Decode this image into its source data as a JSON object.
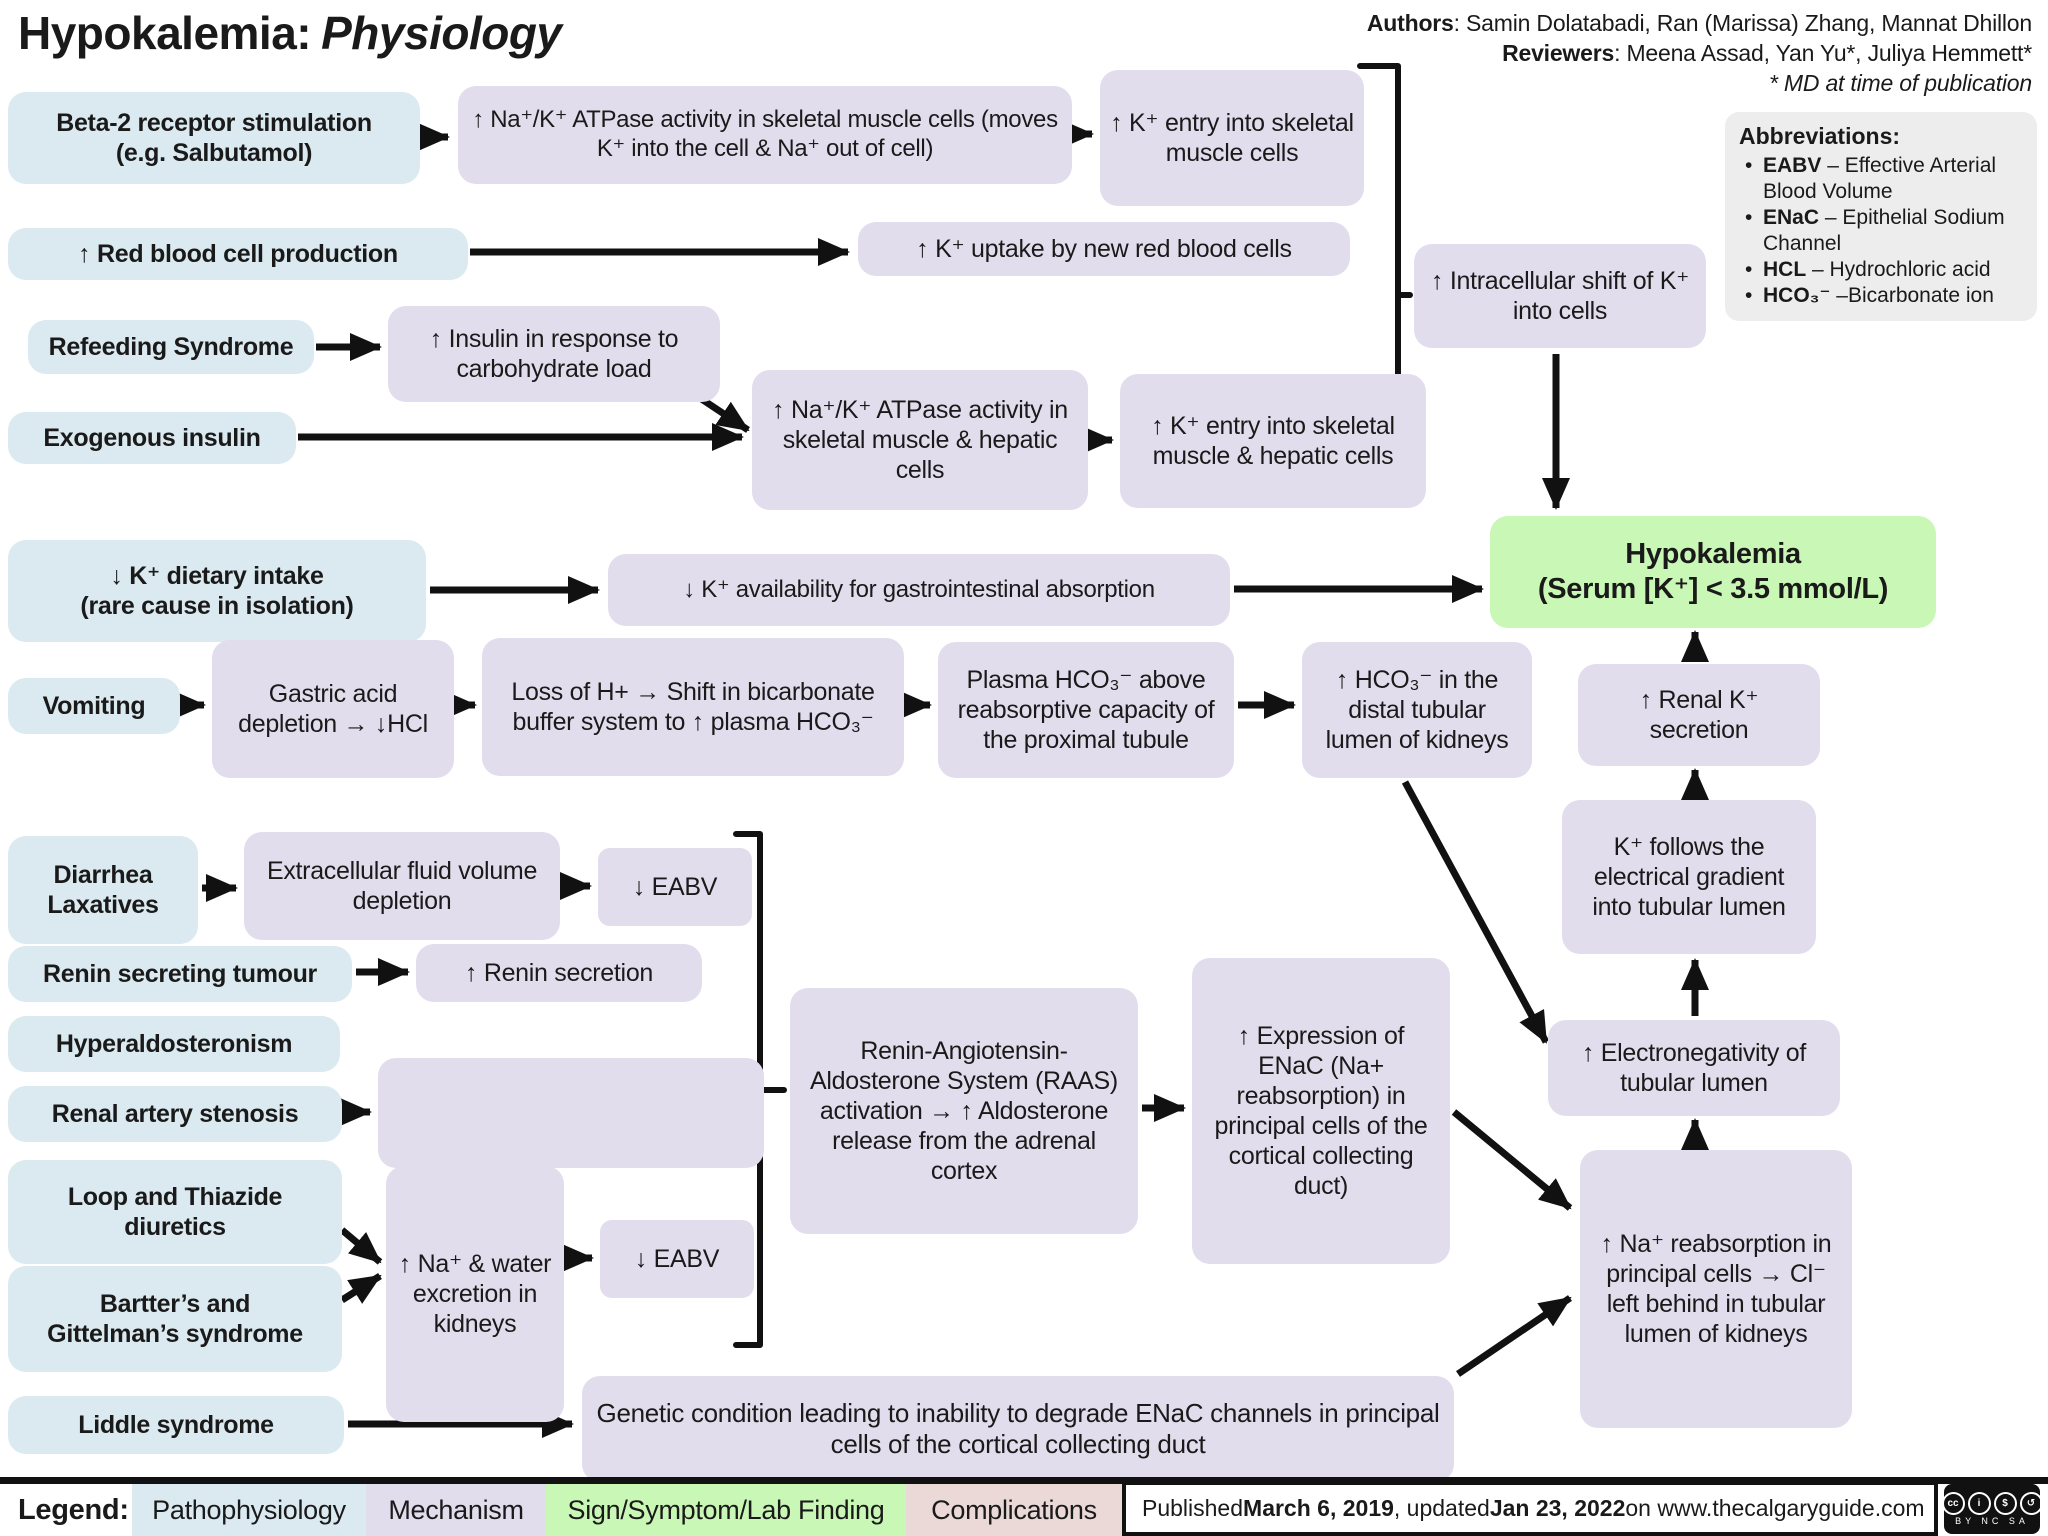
{
  "header": {
    "title_main": "Hypokalemia:",
    "title_sub": "Physiology",
    "authors_label": "Authors",
    "authors_rest": ": Samin Dolatabadi, Ran (Marissa) Zhang, Mannat Dhillon",
    "reviewers_label": "Reviewers",
    "reviewers_rest": ": Meena Assad, Yan Yu*, Juliya Hemmett*",
    "md_note": "* MD at time of publication"
  },
  "abbreviations": {
    "title": "Abbreviations:",
    "items": [
      {
        "term": "EABV",
        "def": " – Effective Arterial Blood Volume"
      },
      {
        "term": "ENaC",
        "def": " – Epithelial Sodium Channel"
      },
      {
        "term": "HCL",
        "def": " – Hydrochloric acid"
      },
      {
        "term": "HCO₃⁻",
        "def": " –Bicarbonate ion"
      }
    ]
  },
  "nodes": {
    "beta2": {
      "l1": "Beta-2 receptor stimulation",
      "l2": "(e.g. Salbutamol)"
    },
    "atpase1": {
      "text": "↑ Na⁺/K⁺ ATPase activity in skeletal muscle cells (moves K⁺ into the cell & Na⁺ out of cell)"
    },
    "kentry1": {
      "text": "↑ K⁺ entry into skeletal muscle cells"
    },
    "rbc": {
      "text": "↑ Red blood cell production"
    },
    "kuptake": {
      "text": "↑ K⁺ uptake by new red blood cells"
    },
    "refeeding": {
      "text": "Refeeding Syndrome"
    },
    "insulin": {
      "text": "↑ Insulin in response to carbohydrate load"
    },
    "exogenous": {
      "text": "Exogenous insulin"
    },
    "atpase2": {
      "text": "↑ Na⁺/K⁺ ATPase activity in skeletal muscle & hepatic cells"
    },
    "kentry2": {
      "text": "↑ K⁺ entry into skeletal muscle & hepatic cells"
    },
    "intracellular": {
      "text": "↑ Intracellular shift of K⁺ into cells"
    },
    "hypokalemia": {
      "l1": "Hypokalemia",
      "l2": "(Serum [K⁺] < 3.5 mmol/L)"
    },
    "dietary": {
      "l1": "↓ K⁺ dietary intake",
      "l2": "(rare cause in isolation)"
    },
    "gi": {
      "text": "↓ K⁺ availability for gastrointestinal absorption"
    },
    "vomiting": {
      "text": "Vomiting"
    },
    "gastric": {
      "text": "Gastric acid depletion → ↓HCl"
    },
    "lossh": {
      "text": "Loss of H+ → Shift in bicarbonate buffer system to ↑ plasma HCO₃⁻"
    },
    "plasma": {
      "text": "Plasma HCO₃⁻ above reabsorptive capacity of the proximal tubule"
    },
    "distal": {
      "text": "↑ HCO₃⁻ in the distal tubular lumen of kidneys"
    },
    "renalk": {
      "text": "↑ Renal K⁺ secretion"
    },
    "kfollows": {
      "text": "K⁺ follows the electrical gradient into tubular lumen"
    },
    "electroneg": {
      "text": "↑ Electronegativity of tubular lumen"
    },
    "nareabsorb": {
      "text": "↑ Na⁺ reabsorption in principal cells → Cl⁻ left behind in tubular lumen of kidneys"
    },
    "diarrhea": {
      "l1": "Diarrhea",
      "l2": "Laxatives"
    },
    "ecf": {
      "text": "Extracellular fluid volume depletion"
    },
    "eabv1": {
      "text": "↓ EABV"
    },
    "renintumour": {
      "text": "Renin secreting tumour"
    },
    "reninsecretion": {
      "text": "↑ Renin secretion"
    },
    "hyperaldo": {
      "text": "Hyperaldosteronism"
    },
    "renalartery": {
      "text": "Renal artery stenosis"
    },
    "loop": {
      "l1": "Loop and Thiazide",
      "l2": "diuretics"
    },
    "bartter": {
      "l1": "Bartter’s and",
      "l2": "Gittelman’s syndrome"
    },
    "nawater": {
      "text": "↑ Na⁺ & water excretion in kidneys"
    },
    "eabv2": {
      "text": "↓ EABV"
    },
    "raas": {
      "text": "Renin-Angiotensin-Aldosterone System (RAAS) activation → ↑ Aldosterone release from the adrenal cortex"
    },
    "enac": {
      "text": "↑ Expression of ENaC (Na+ reabsorption) in principal cells of the cortical collecting duct)"
    },
    "liddle": {
      "text": "Liddle syndrome"
    },
    "genetic": {
      "text": "Genetic condition leading to inability to degrade ENaC channels in principal cells of the cortical collecting duct"
    }
  },
  "legend": {
    "label": "Legend:",
    "items": [
      {
        "label": "Pathophysiology",
        "color": "#dbe9f0"
      },
      {
        "label": "Mechanism",
        "color": "#e2ddec"
      },
      {
        "label": "Sign/Symptom/Lab Finding",
        "color": "#c9f7b5"
      },
      {
        "label": "Complications",
        "color": "#ead9d7"
      }
    ]
  },
  "footer": {
    "published_prefix": "Published ",
    "published_date": "March 6, 2019",
    "updated_prefix": ", updated ",
    "updated_date": "Jan 23, 2022",
    "published_suffix": " on www.thecalgaryguide.com",
    "cc_icons": [
      "cc",
      "i",
      "$",
      "↺"
    ],
    "cc_caption": "BY NC SA"
  },
  "colors": {
    "pathophysiology": "#dbe9f0",
    "mechanism": "#e2ddec",
    "finding": "#c9f7b5",
    "complications": "#ead9d7",
    "abbrev_bg": "#ededed"
  }
}
